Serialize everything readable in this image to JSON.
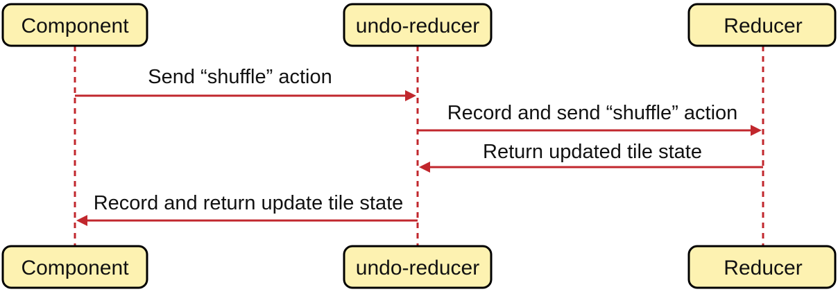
{
  "colors": {
    "box_fill": "#fdf2b1",
    "box_stroke": "#000000",
    "accent_red": "#c1272d",
    "text": "#111111"
  },
  "participants": [
    {
      "id": "component",
      "label": "Component"
    },
    {
      "id": "undo",
      "label": "undo-reducer"
    },
    {
      "id": "reducer",
      "label": "Reducer"
    }
  ],
  "messages": [
    {
      "from": "component",
      "to": "undo",
      "label": "Send “shuffle” action"
    },
    {
      "from": "undo",
      "to": "reducer",
      "label": "Record and send “shuffle” action"
    },
    {
      "from": "reducer",
      "to": "undo",
      "label": "Return updated tile state"
    },
    {
      "from": "undo",
      "to": "component",
      "label": "Record and return update tile state"
    }
  ]
}
